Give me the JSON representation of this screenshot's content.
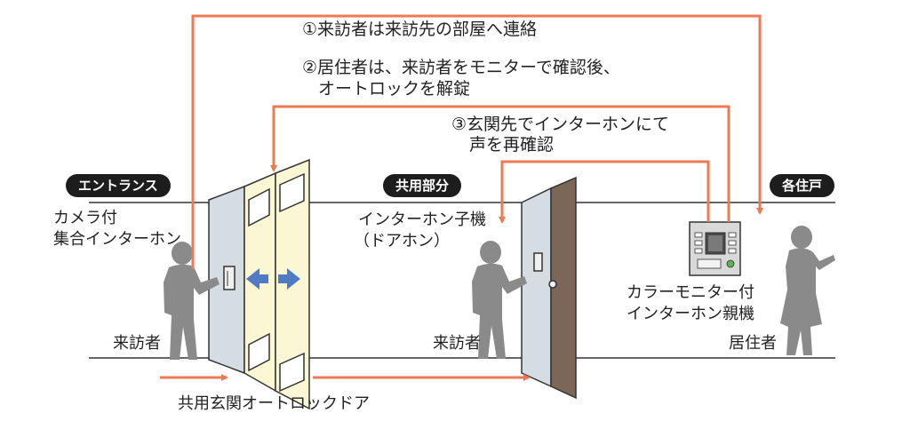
{
  "steps": {
    "step1": "①来訪者は来訪先の部屋へ連絡",
    "step2_line1": "②居住者は、来訪者をモニターで確認後、",
    "step2_line2": "オートロックを解錠",
    "step3_line1": "③玄関先でインターホンにて",
    "step3_line2": "声を再確認"
  },
  "areas": {
    "entrance": "エントランス",
    "common": "共用部分",
    "unit": "各住戸"
  },
  "labels": {
    "camera_intercom_1": "カメラ付",
    "camera_intercom_2": "集合インターホン",
    "visitor_entrance": "来訪者",
    "autolock_door": "共用玄関オートロックドア",
    "door_unit_1": "インターホン子機",
    "door_unit_2": "（ドアホン）",
    "visitor_door": "来訪者",
    "monitor_1": "カラーモニター付",
    "monitor_2": "インターホン親機",
    "resident": "居住者"
  },
  "colors": {
    "flow_arrow": "#ee7a55",
    "slide_arrow": "#4f7bc4",
    "silhouette": "#8a8a8a",
    "glass_door": "#fbf7d4",
    "unit_door": "#7b6658",
    "pill_bg": "#1d1d1d"
  }
}
